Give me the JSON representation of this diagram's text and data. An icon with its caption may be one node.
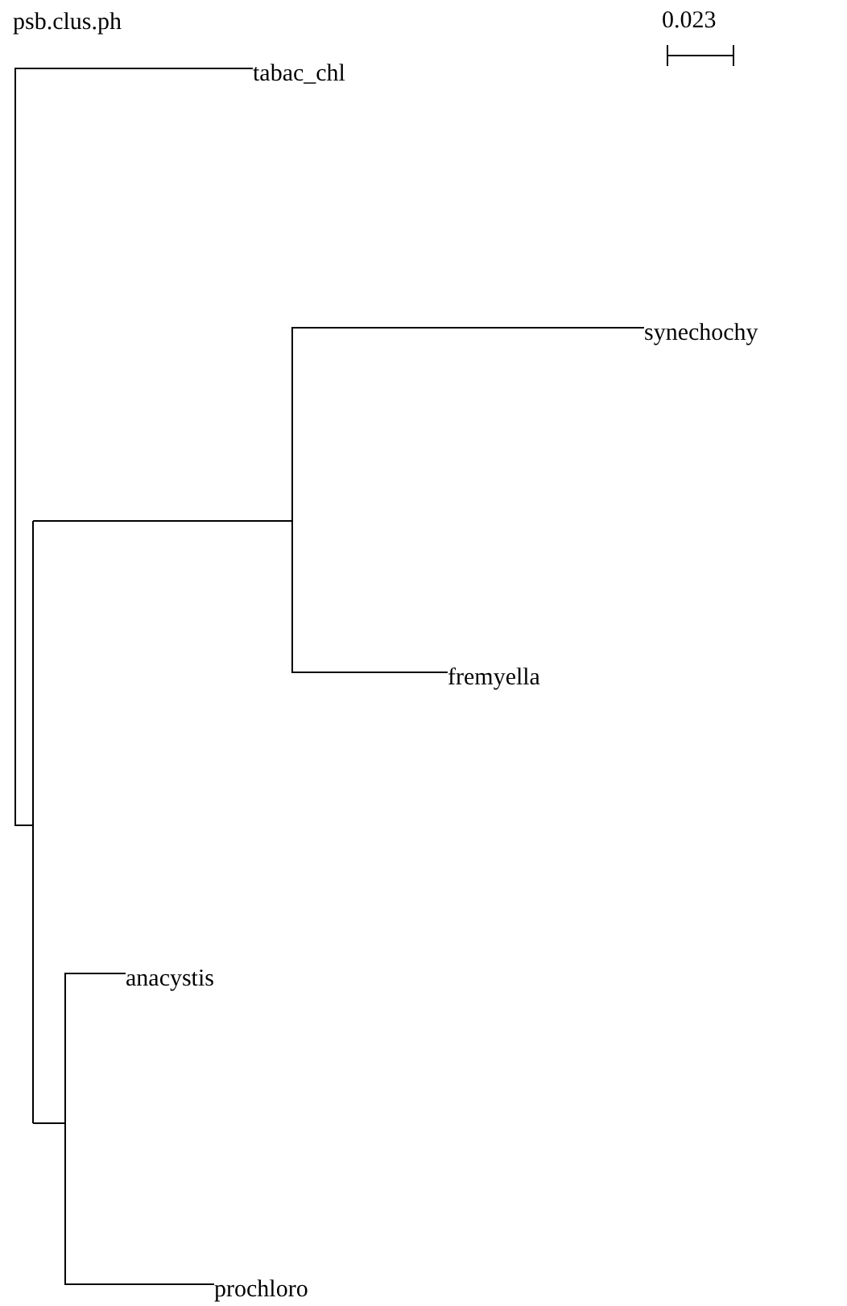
{
  "diagram": {
    "title": "psb.clus.ph",
    "nodes": [
      {
        "text": [
          "tabac_chl"
        ]
      },
      {
        "text": [
          "synechochy"
        ]
      },
      {
        "text": [
          "fremyella"
        ]
      },
      {
        "text": [
          "anacystis"
        ]
      },
      {
        "text": [
          "prochloro"
        ]
      }
    ],
    "edges": [
      {
        "from": null,
        "to": 0,
        "arrow": "none"
      },
      {
        "from": null,
        "to": 1,
        "arrow": "none"
      },
      {
        "from": null,
        "to": 2,
        "arrow": "none"
      },
      {
        "from": null,
        "to": 3,
        "arrow": "none"
      },
      {
        "from": null,
        "to": 4,
        "arrow": "none"
      }
    ],
    "labels": [
      "0.023"
    ]
  }
}
